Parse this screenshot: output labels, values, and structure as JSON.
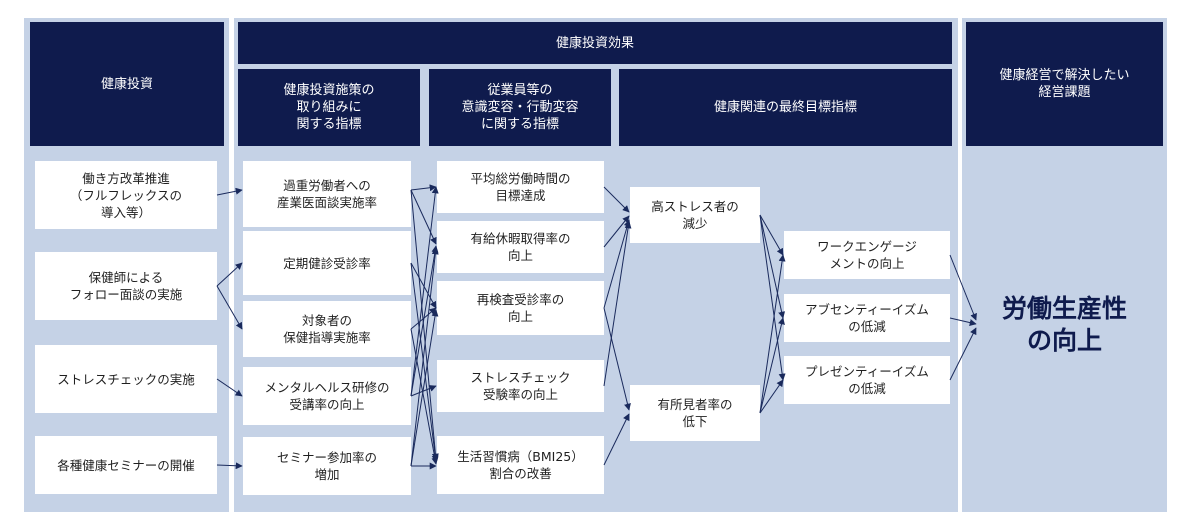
{
  "headers": {
    "investment": "健康投資",
    "effect": "健康投資効果",
    "col_initiatives": "健康投資施策の\n取り組みに\n関する指標",
    "col_awareness": "従業員等の\n意識変容・行動変容\nに関する指標",
    "col_final": "健康関連の最終目標指標",
    "management": "健康経営で解決したい\n経営課題"
  },
  "investments": [
    "働き方改革推進\n（フルフレックスの\n導入等）",
    "保健師による\nフォロー面談の実施",
    "ストレスチェックの実施",
    "各種健康セミナーの開催"
  ],
  "initiative_indicators": [
    "過重労働者への\n産業医面談実施率",
    "定期健診受診率",
    "対象者の\n保健指導実施率",
    "メンタルヘルス研修の\n受講率の向上",
    "セミナー参加率の\n増加"
  ],
  "awareness_indicators": [
    "平均総労働時間の\n目標達成",
    "有給休暇取得率の\n向上",
    "再検査受診率の\n向上",
    "ストレスチェック\n受験率の向上",
    "生活習慣病（BMI25）\n割合の改善"
  ],
  "final_indicators_a": [
    "高ストレス者の\n減少",
    "有所見者率の\n低下"
  ],
  "final_indicators_b": [
    "ワークエンゲージ\nメントの向上",
    "アブセンティーイズム\nの低減",
    "プレゼンティーイズム\nの低減"
  ],
  "management_goal": "労働生産性\nの向上",
  "colors": {
    "panel": "#c5d2e6",
    "header": "#0f1b4d",
    "arrow": "#1a2a5c"
  }
}
